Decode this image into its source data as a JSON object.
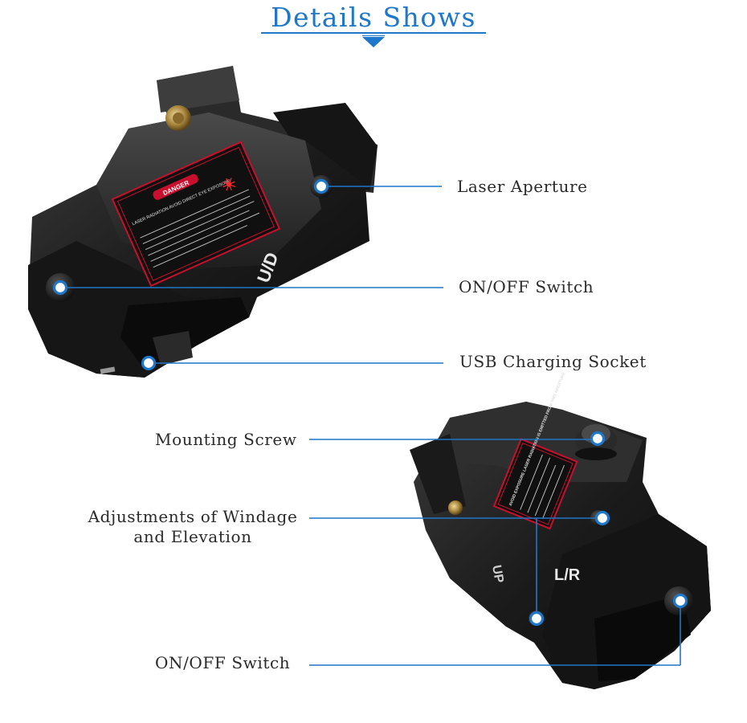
{
  "header": {
    "title": "Details Shows"
  },
  "product_top": {
    "warning_badge": "DANGER",
    "label_text": "LASER RADIATION AVOID DIRECT EYE EXPOSURE",
    "side_marking": "U/D"
  },
  "product_bottom": {
    "warning_text": "AVOID EXPOSURE LASER RADIATION IS EMITTED FROM THIS APERTURE",
    "side_marking": "L/R",
    "side_marking_2": "UP"
  },
  "callouts": {
    "laser_aperture": "Laser Aperture",
    "onoff_switch_top": "ON/OFF Switch",
    "usb_socket": "USB Charging Socket",
    "mounting_screw": "Mounting Screw",
    "windage_line1": "Adjustments of Windage",
    "windage_line2": "and Elevation",
    "onoff_switch_bottom": "ON/OFF Switch"
  },
  "colors": {
    "accent": "#1f77c9",
    "body": "#1c1c1c",
    "label_red": "#c8102e"
  }
}
